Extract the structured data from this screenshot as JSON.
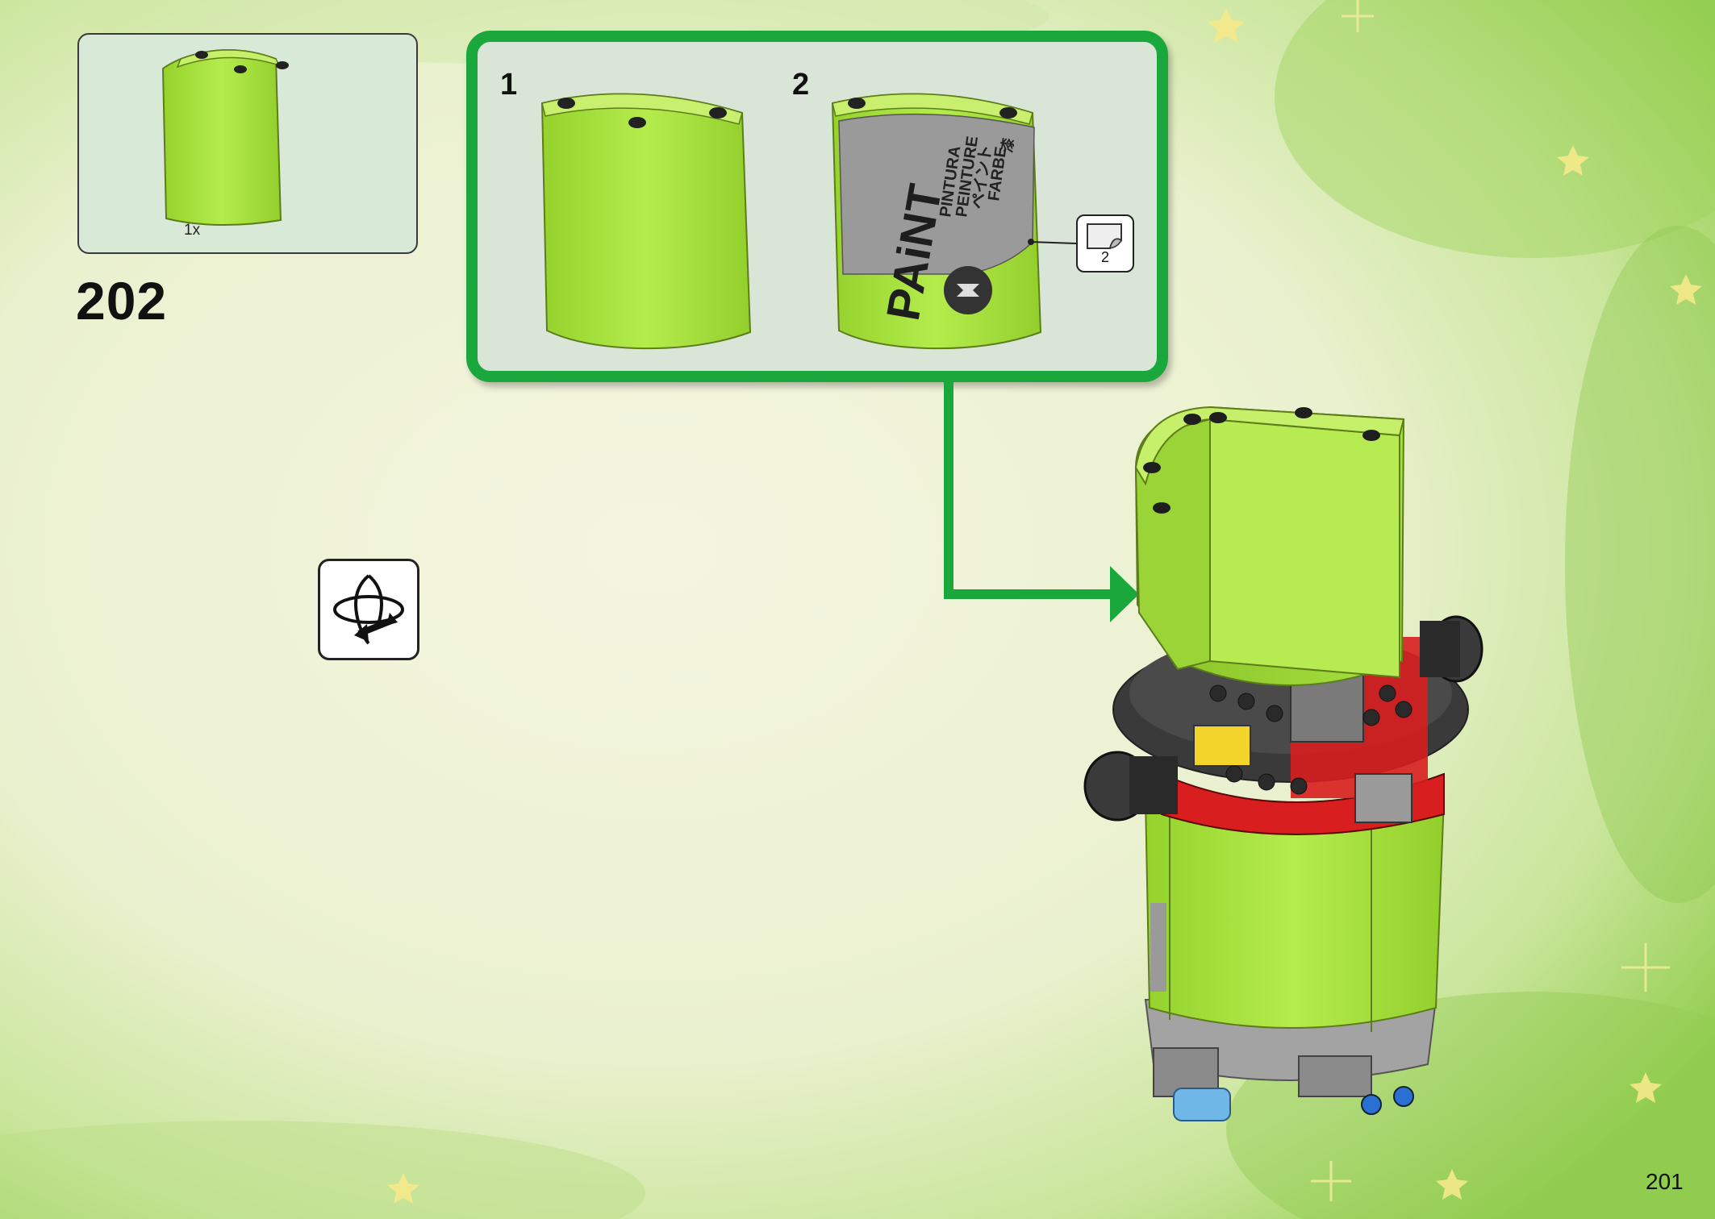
{
  "parts_list": {
    "quantity": "1x"
  },
  "step": {
    "number": "202"
  },
  "sub_steps": [
    {
      "number": "1"
    },
    {
      "number": "2"
    }
  ],
  "sticker": {
    "number": "2",
    "text": "PAiNT",
    "languages": [
      "PINTURA",
      "PEINTURE",
      "ペイント",
      "FARBE",
      "漆"
    ]
  },
  "page": {
    "number": "201"
  },
  "colors": {
    "lime": "#a8e23c",
    "frame_green": "#1aa83c",
    "background": "#eef3d6",
    "dark_gray": "#4a4a4a",
    "red": "#d81e1e"
  },
  "icons": [
    "rotate-model-icon",
    "sticker-icon"
  ]
}
